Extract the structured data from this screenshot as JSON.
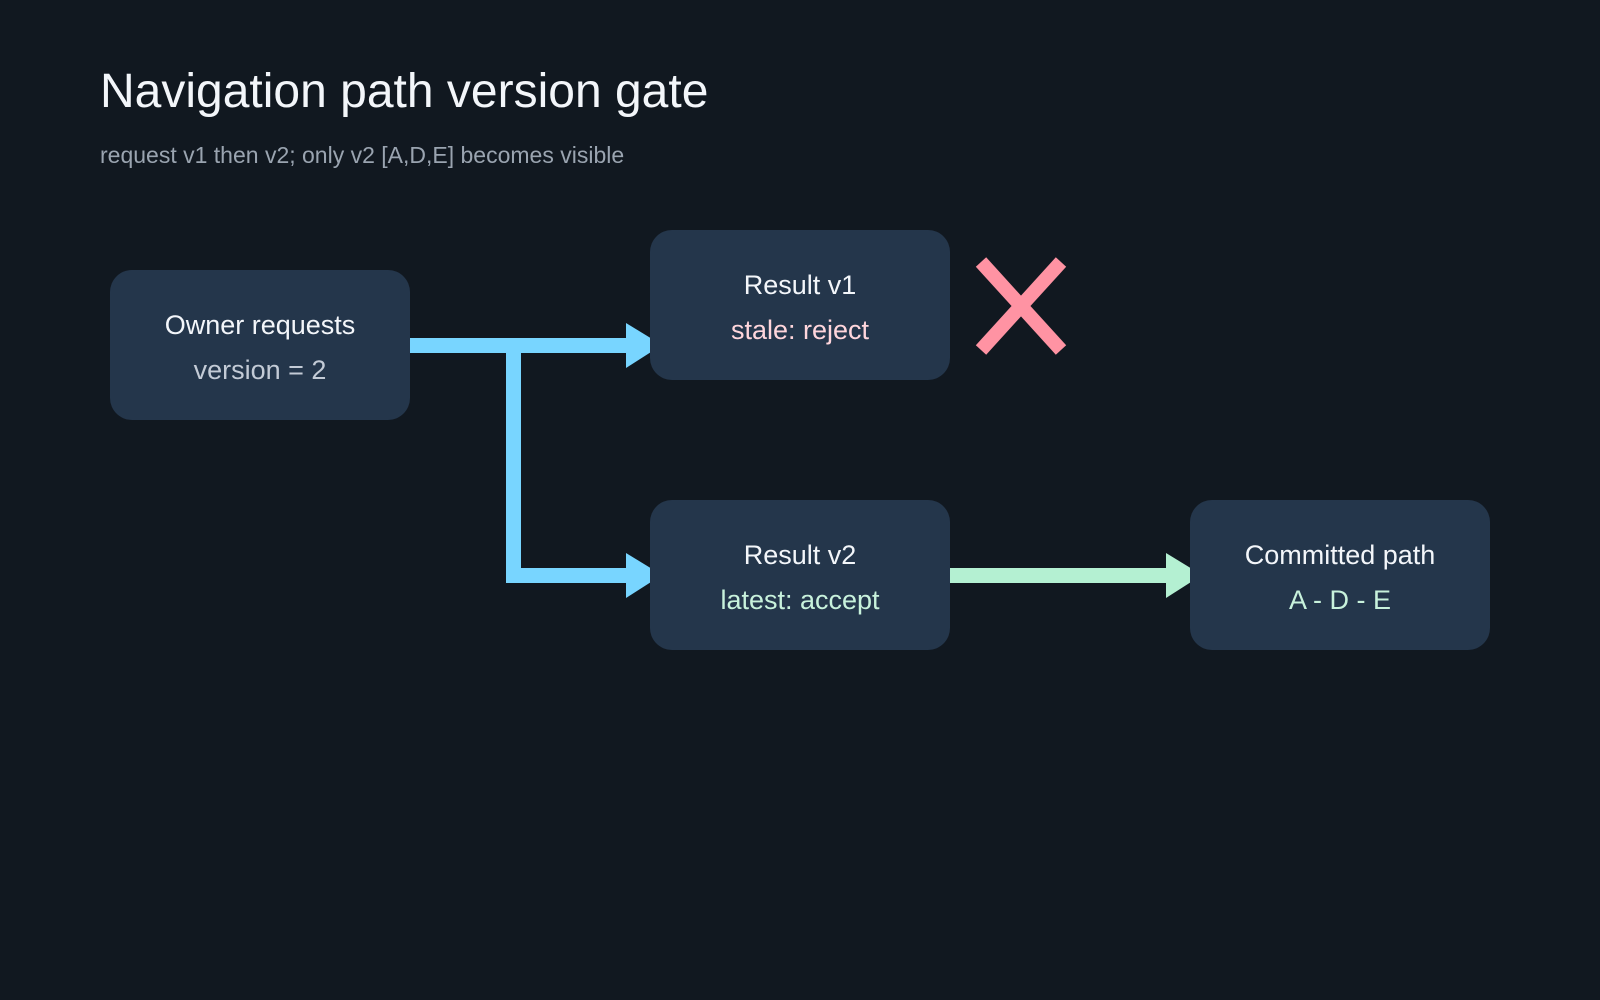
{
  "header": {
    "title": "Navigation path version gate",
    "subtitle": "request v1 then v2; only v2 [A,D,E] becomes visible"
  },
  "nodes": {
    "owner": {
      "title": "Owner requests",
      "subtitle": "version = 2"
    },
    "result_v1": {
      "title": "Result v1",
      "subtitle": "stale: reject"
    },
    "result_v2": {
      "title": "Result v2",
      "subtitle": "latest: accept"
    },
    "committed": {
      "title": "Committed path",
      "subtitle": "A - D - E"
    }
  },
  "colors": {
    "background": "#111820",
    "node_fill": "#24364b",
    "request_arrow": "#78d5ff",
    "accept_arrow": "#b4f0d2",
    "reject_mark": "#ff93a3",
    "text_primary": "#f3f6fa",
    "text_secondary": "#c3cbd6",
    "text_reject": "#ffd6dc",
    "text_accept": "#c8f2dc"
  }
}
